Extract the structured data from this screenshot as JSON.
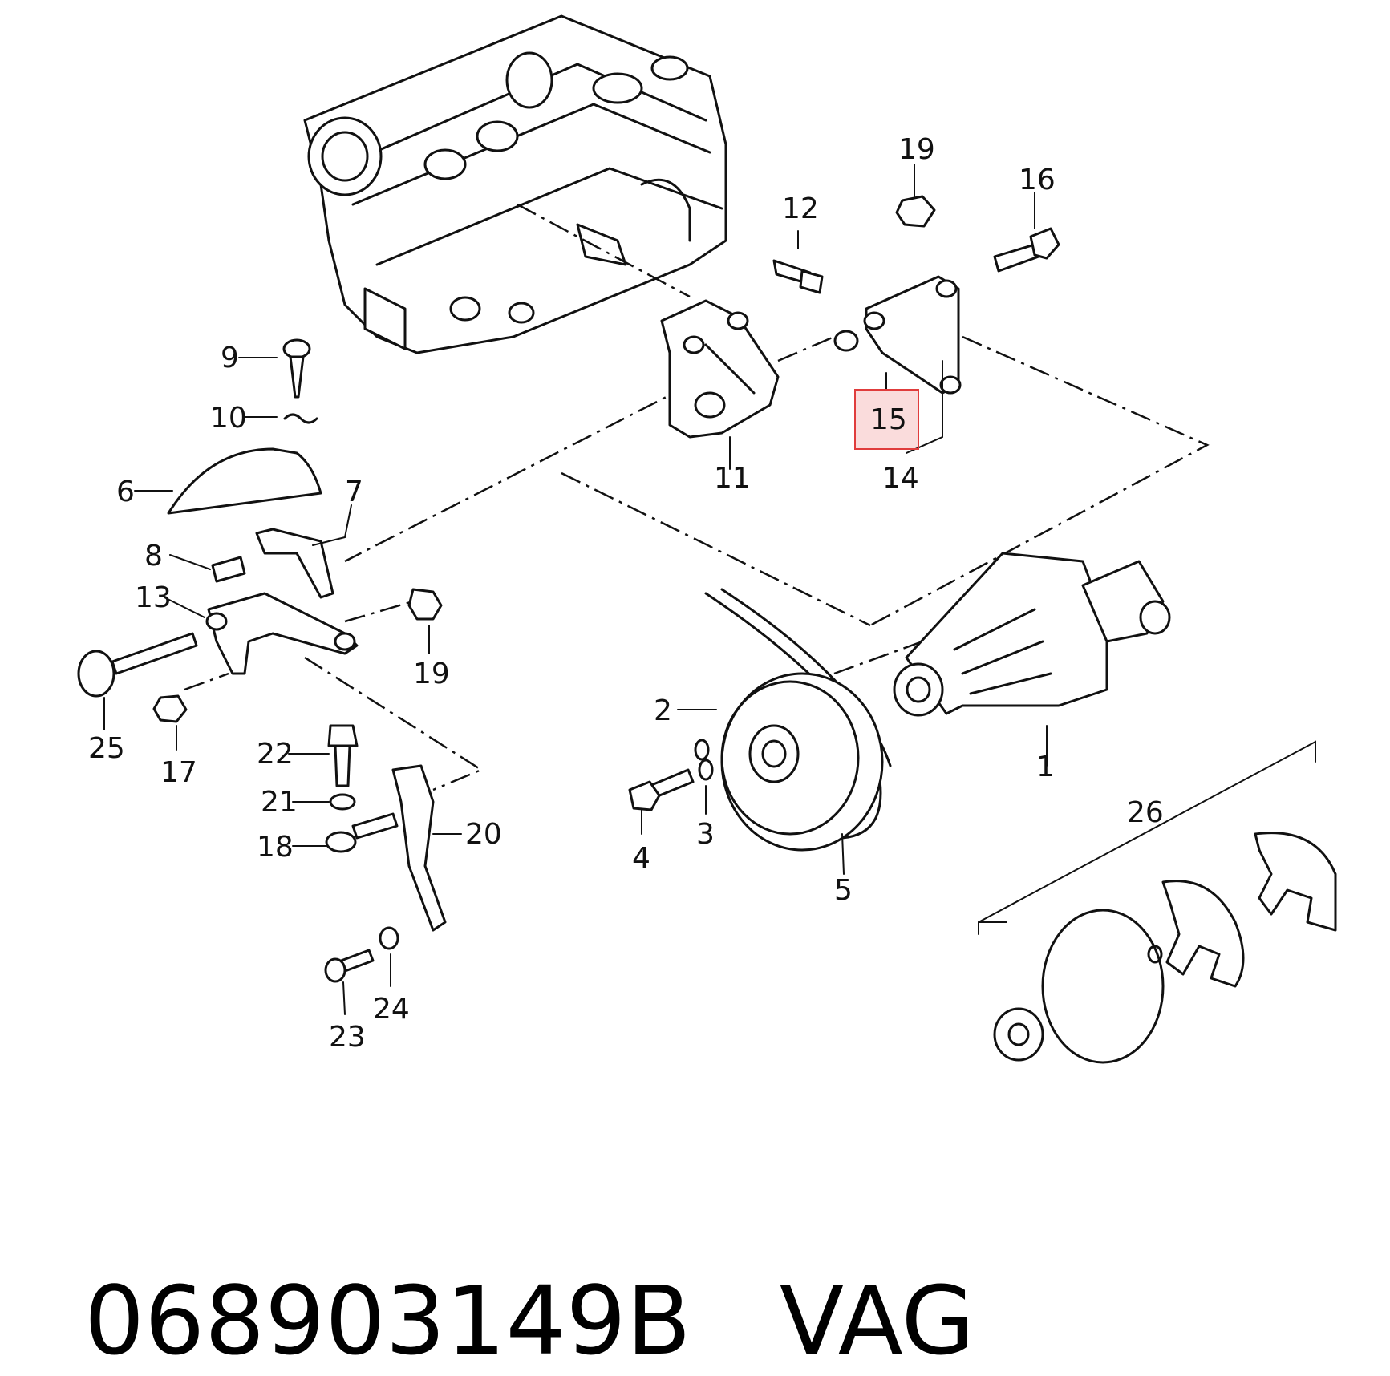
{
  "diagram": {
    "callouts": [
      {
        "id": "c1",
        "text": "1"
      },
      {
        "id": "c2",
        "text": "2"
      },
      {
        "id": "c3",
        "text": "3"
      },
      {
        "id": "c4",
        "text": "4"
      },
      {
        "id": "c5",
        "text": "5"
      },
      {
        "id": "c6",
        "text": "6"
      },
      {
        "id": "c7",
        "text": "7"
      },
      {
        "id": "c8",
        "text": "8"
      },
      {
        "id": "c9",
        "text": "9"
      },
      {
        "id": "c10",
        "text": "10"
      },
      {
        "id": "c11",
        "text": "11"
      },
      {
        "id": "c12",
        "text": "12"
      },
      {
        "id": "c13",
        "text": "13"
      },
      {
        "id": "c14",
        "text": "14"
      },
      {
        "id": "c15",
        "text": "15"
      },
      {
        "id": "c16",
        "text": "16"
      },
      {
        "id": "c17",
        "text": "17"
      },
      {
        "id": "c18",
        "text": "18"
      },
      {
        "id": "c19a",
        "text": "19"
      },
      {
        "id": "c19b",
        "text": "19"
      },
      {
        "id": "c20",
        "text": "20"
      },
      {
        "id": "c21",
        "text": "21"
      },
      {
        "id": "c22",
        "text": "22"
      },
      {
        "id": "c23",
        "text": "23"
      },
      {
        "id": "c24",
        "text": "24"
      },
      {
        "id": "c25",
        "text": "25"
      },
      {
        "id": "c26",
        "text": "26"
      }
    ],
    "highlighted_callout": "15",
    "highlight_color": "#e03c3c"
  },
  "footer": {
    "part_number": "068903149B",
    "brand": "VAG"
  }
}
